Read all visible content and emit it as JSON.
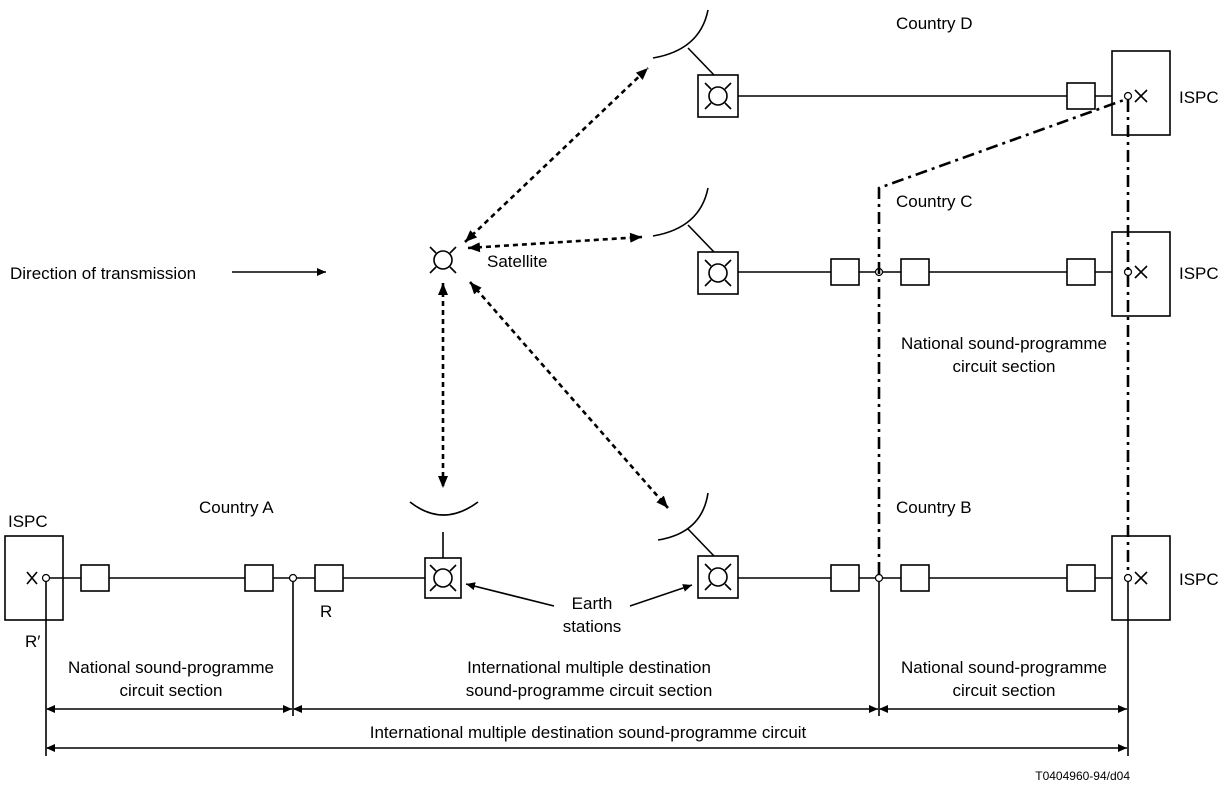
{
  "labels": {
    "country_a": "Country A",
    "country_b": "Country B",
    "country_c": "Country C",
    "country_d": "Country D",
    "ispc": "ISPC",
    "satellite": "Satellite",
    "direction": "Direction of transmission",
    "earth_stations_1": "Earth",
    "earth_stations_2": "stations",
    "r": "R",
    "r_prime": "R′",
    "national_section_1": "National sound-programme",
    "national_section_2": "circuit section",
    "intl_section_1": "International multiple destination",
    "intl_section_2": "sound-programme circuit section",
    "intl_circuit": "International multiple destination sound-programme circuit",
    "reference": "T0404960-94/d04"
  }
}
